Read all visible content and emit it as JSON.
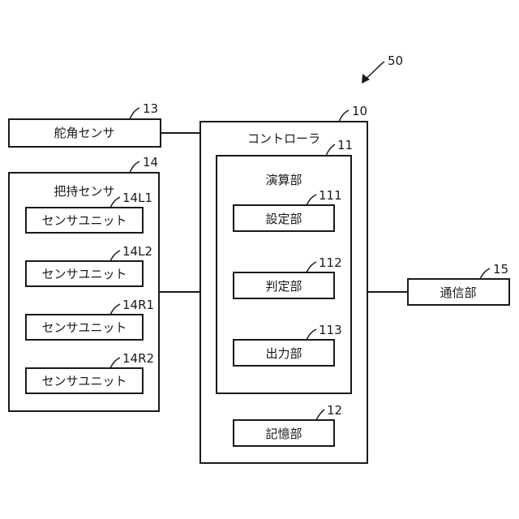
{
  "diagram": {
    "system_ref": "50",
    "steering_sensor": {
      "label": "舵角センサ",
      "ref": "13"
    },
    "grip_sensor": {
      "label": "把持センサ",
      "ref": "14",
      "units": [
        {
          "label": "センサユニット",
          "ref": "14L1"
        },
        {
          "label": "センサユニット",
          "ref": "14L2"
        },
        {
          "label": "センサユニット",
          "ref": "14R1"
        },
        {
          "label": "センサユニット",
          "ref": "14R2"
        }
      ]
    },
    "controller": {
      "label": "コントローラ",
      "ref": "10",
      "compute": {
        "label": "演算部",
        "ref": "11",
        "parts": [
          {
            "label": "設定部",
            "ref": "111"
          },
          {
            "label": "判定部",
            "ref": "112"
          },
          {
            "label": "出力部",
            "ref": "113"
          }
        ]
      },
      "memory": {
        "label": "記憶部",
        "ref": "12"
      }
    },
    "comm": {
      "label": "通信部",
      "ref": "15"
    }
  }
}
